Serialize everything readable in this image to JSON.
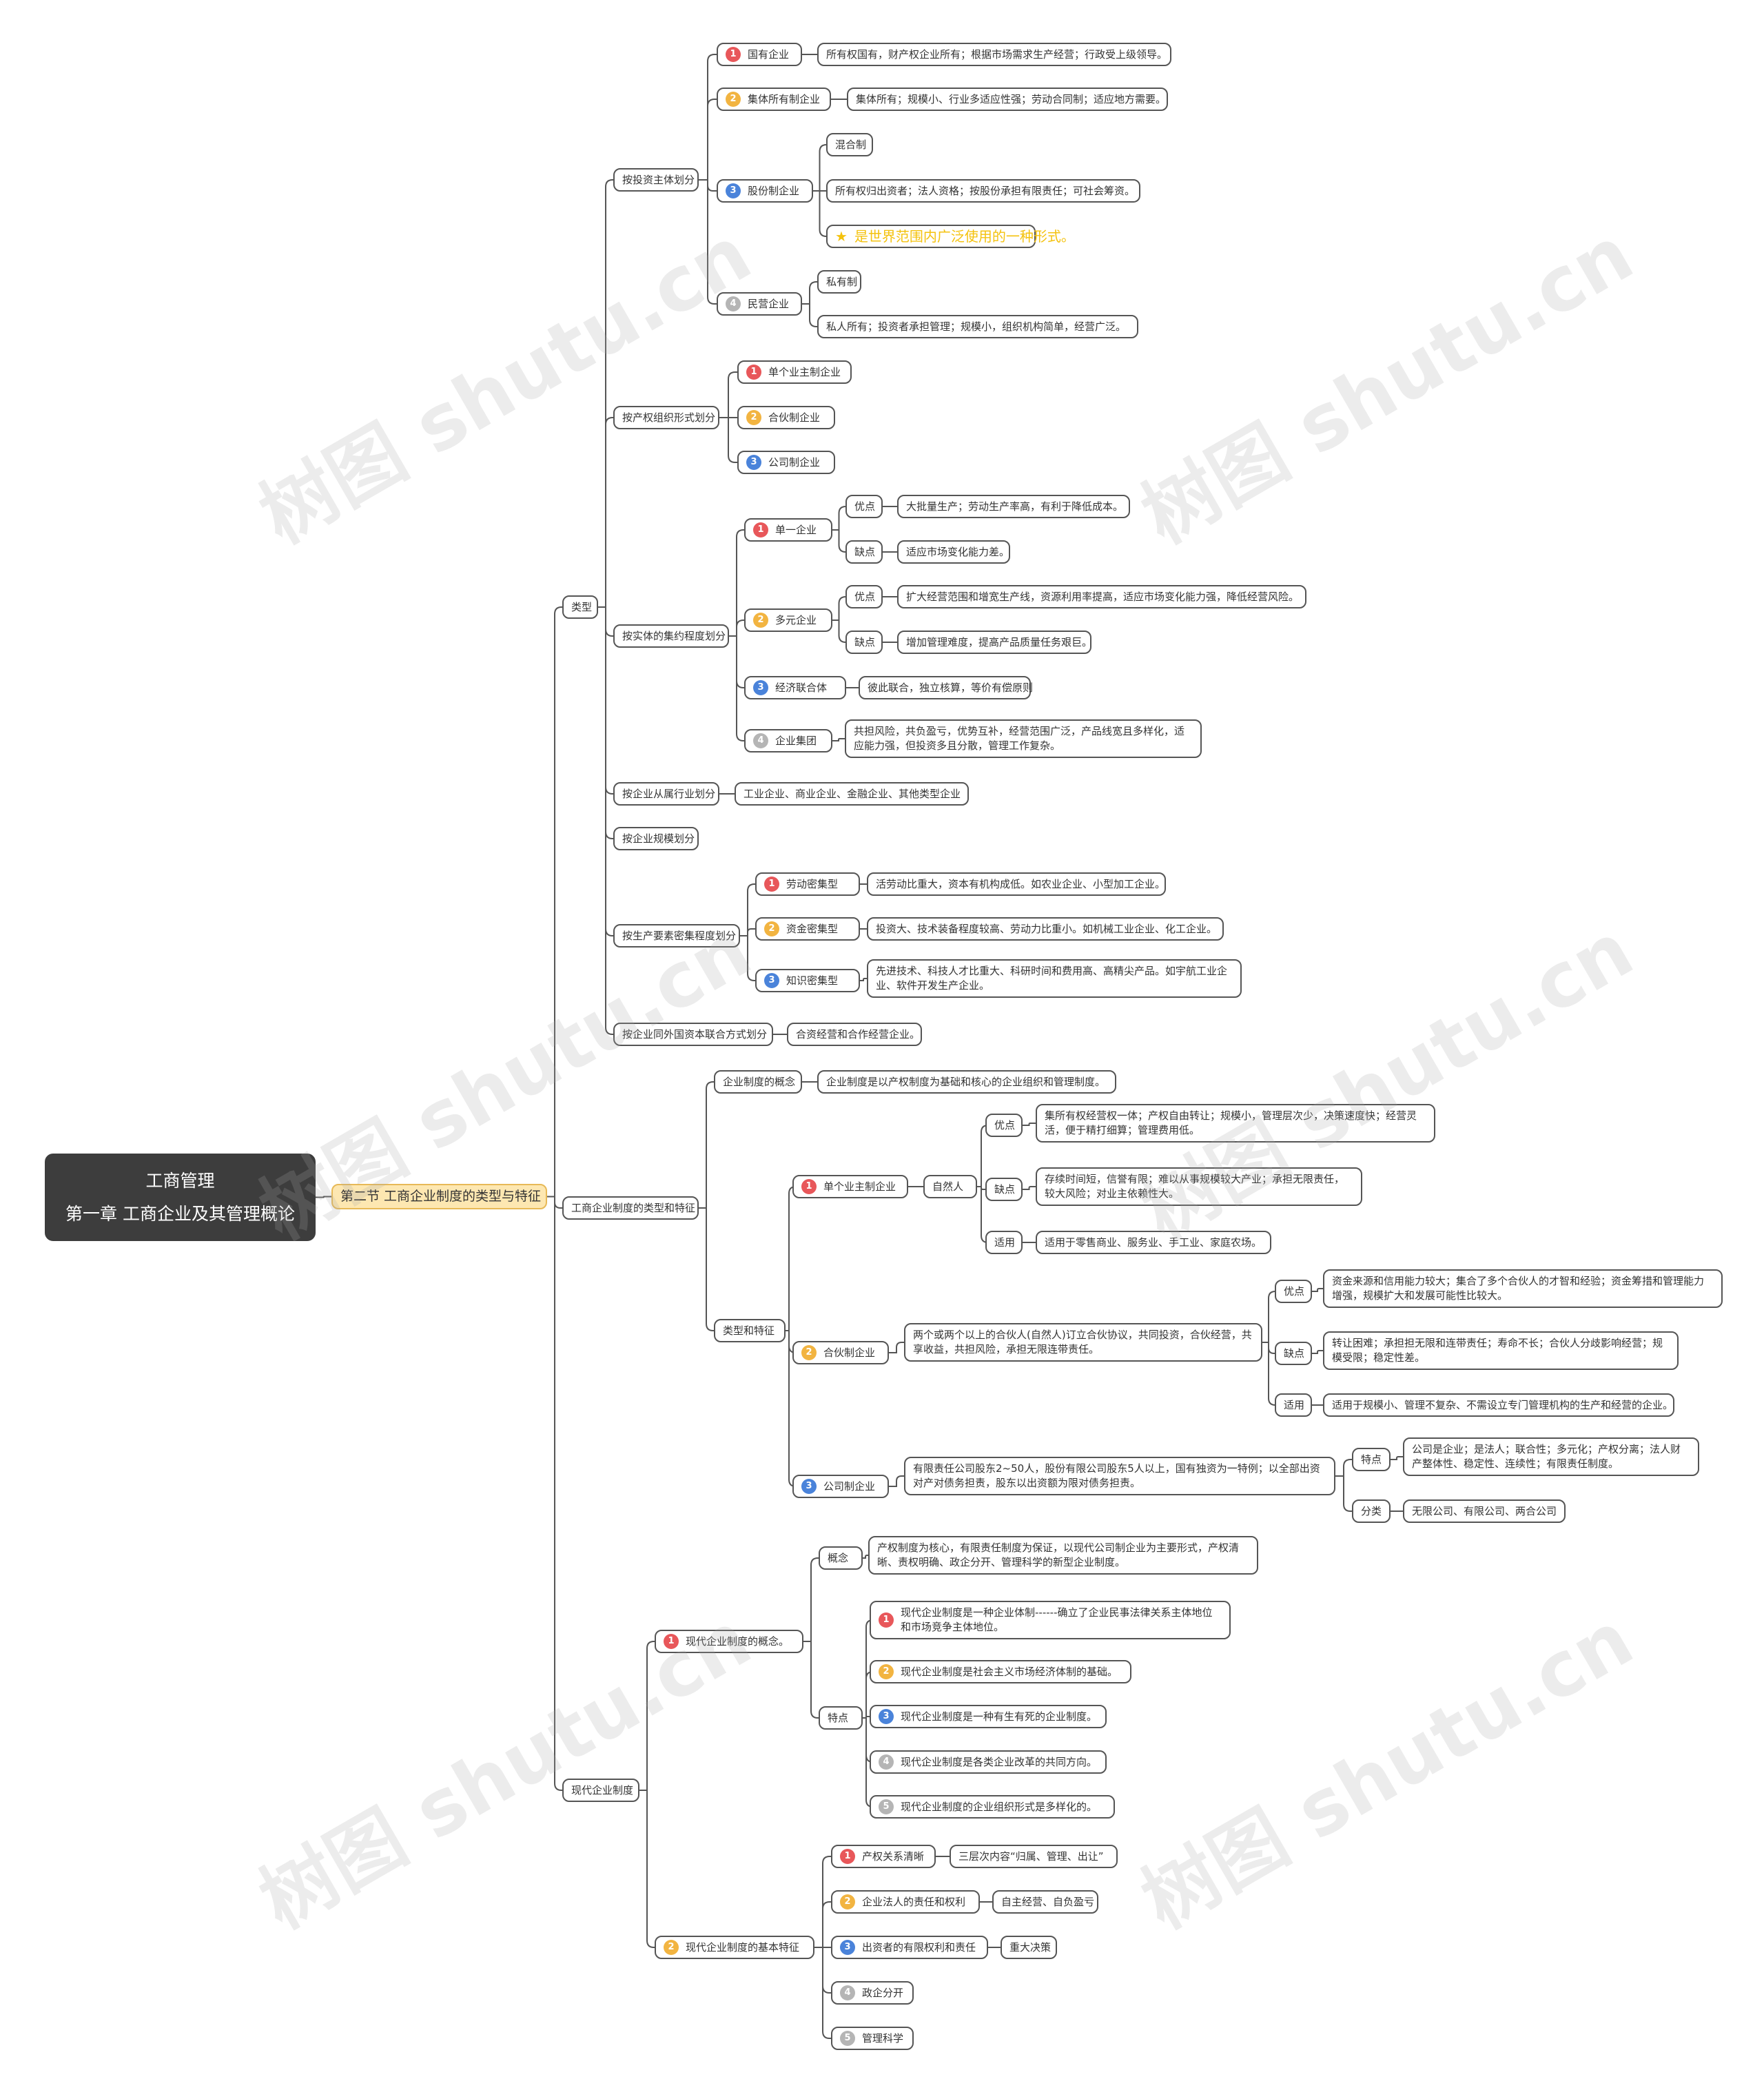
{
  "root": {
    "line1": "工商管理",
    "line2": "第一章 工商企业及其管理概论"
  },
  "section": "第二节 工商企业制度的类型与特征",
  "watermark": "树图 shutu.cn",
  "nodes": {
    "t": "类型",
    "t1": "按投资主体划分",
    "t1a": "国有企业",
    "t1a_d": "所有权国有，财产权企业所有；根据市场需求生产经营；行政受上级领导。",
    "t1b": "集体所有制企业",
    "t1b_d": "集体所有；规模小、行业多适应性强；劳动合同制；适应地方需要。",
    "t1c": "股份制企业",
    "t1c_1": "混合制",
    "t1c_2": "所有权归出资者；法人资格；按股份承担有限责任；可社会筹资。",
    "t1c_3": "是世界范围内广泛使用的一种形式。",
    "t1d": "民营企业",
    "t1d_1": "私有制",
    "t1d_2": "私人所有；投资者承担管理；规模小，组织机构简单，经营广泛。",
    "t2": "按产权组织形式划分",
    "t2a": "单个业主制企业",
    "t2b": "合伙制企业",
    "t2c": "公司制企业",
    "t3": "按实体的集约程度划分",
    "t3a": "单一企业",
    "t3a_y": "优点",
    "t3a_yd": "大批量生产；劳动生产率高，有利于降低成本。",
    "t3a_q": "缺点",
    "t3a_qd": "适应市场变化能力差。",
    "t3b": "多元企业",
    "t3b_y": "优点",
    "t3b_yd": "扩大经营范围和增宽生产线，资源利用率提高，适应市场变化能力强，降低经营风险。",
    "t3b_q": "缺点",
    "t3b_qd": "增加管理难度，提高产品质量任务艰巨。",
    "t3c": "经济联合体",
    "t3c_d": "彼此联合，独立核算，等价有偿原则",
    "t3d": "企业集团",
    "t3d_d": "共担风险，共负盈亏，优势互补，经营范围广泛，产品线宽且多样化，适应能力强，但投资多且分散，管理工作复杂。",
    "t4": "按企业从属行业划分",
    "t4_d": "工业企业、商业企业、金融企业、其他类型企业",
    "t5": "按企业规模划分",
    "t6": "按生产要素密集程度划分",
    "t6a": "劳动密集型",
    "t6a_d": "活劳动比重大，资本有机构成低。如农业企业、小型加工企业。",
    "t6b": "资金密集型",
    "t6b_d": "投资大、技术装备程度较高、劳动力比重小。如机械工业企业、化工企业。",
    "t6c": "知识密集型",
    "t6c_d": "先进技术、科技人才比重大、科研时间和费用高、高精尖产品。如宇航工业企业、软件开发生产企业。",
    "t7": "按企业同外国资本联合方式划分",
    "t7_d": "合资经营和合作经营企业。",
    "s": "工商企业制度的类型和特征",
    "s1": "企业制度的概念",
    "s1_d": "企业制度是以产权制度为基础和核心的企业组织和管理制度。",
    "s2": "类型和特征",
    "s2a": "单个业主制企业",
    "s2a_n": "自然人",
    "s2a_y": "优点",
    "s2a_yd": "集所有权经营权一体；产权自由转让；规模小，管理层次少，决策速度快；经营灵活，便于精打细算；管理费用低。",
    "s2a_q": "缺点",
    "s2a_qd": "存续时间短，信誉有限；难以从事规模较大产业；承担无限责任，较大风险；对业主依赖性大。",
    "s2a_s": "适用",
    "s2a_sd": "适用于零售商业、服务业、手工业、家庭农场。",
    "s2b": "合伙制企业",
    "s2b_d": "两个或两个以上的合伙人(自然人)订立合伙协议，共同投资，合伙经营，共享收益，共担风险，承担无限连带责任。",
    "s2b_y": "优点",
    "s2b_yd": "资金来源和信用能力较大；集合了多个合伙人的才智和经验；资金筹措和管理能力增强，规模扩大和发展可能性比较大。",
    "s2b_q": "缺点",
    "s2b_qd": "转让困难；承担担无限和连带责任；寿命不长；合伙人分歧影响经营；规模受限；稳定性差。",
    "s2b_s": "适用",
    "s2b_sd": "适用于规模小、管理不复杂、不需设立专门管理机构的生产和经营的企业。",
    "s2c": "公司制企业",
    "s2c_d": "有限责任公司股东2~50人，股份有限公司股东5人以上，国有独资为一特例；以全部出资对产对债务担责，股东以出资额为限对债务担责。",
    "s2c_t": "特点",
    "s2c_td": "公司是企业；是法人；联合性；多元化；产权分离；法人财产整体性、稳定性、连续性；有限责任制度。",
    "s2c_f": "分类",
    "s2c_fd": "无限公司、有限公司、两合公司",
    "m": "现代企业制度",
    "m1": "现代企业制度的概念。",
    "m1a": "概念",
    "m1a_d": "产权制度为核心，有限责任制度为保证，以现代公司制企业为主要形式，产权清晰、责权明确、政企分开、管理科学的新型企业制度。",
    "m1b": "特点",
    "m1b1": "现代企业制度是一种企业体制------确立了企业民事法律关系主体地位和市场竞争主体地位。",
    "m1b2": "现代企业制度是社会主义市场经济体制的基础。",
    "m1b3": "现代企业制度是一种有生有死的企业制度。",
    "m1b4": "现代企业制度是各类企业改革的共同方向。",
    "m1b5": "现代企业制度的企业组织形式是多样化的。",
    "m2": "现代企业制度的基本特征",
    "m2a": "产权关系清晰",
    "m2a_d": "三层次内容“归属、管理、出让”",
    "m2b": "企业法人的责任和权利",
    "m2b_d": "自主经营、自负盈亏",
    "m2c": "出资者的有限权利和责任",
    "m2c_d": "重大决策",
    "m2d": "政企分开",
    "m2e": "管理科学"
  },
  "badges": {
    "1": "1",
    "2": "2",
    "3": "3",
    "4": "4",
    "5": "5"
  },
  "colors": {
    "red": "#e8575a",
    "orange": "#f2b441",
    "blue": "#4a83da",
    "gray": "#b5b5b5",
    "root": "#3d3d3d",
    "section": "#fde7b1",
    "line": "#555555"
  }
}
